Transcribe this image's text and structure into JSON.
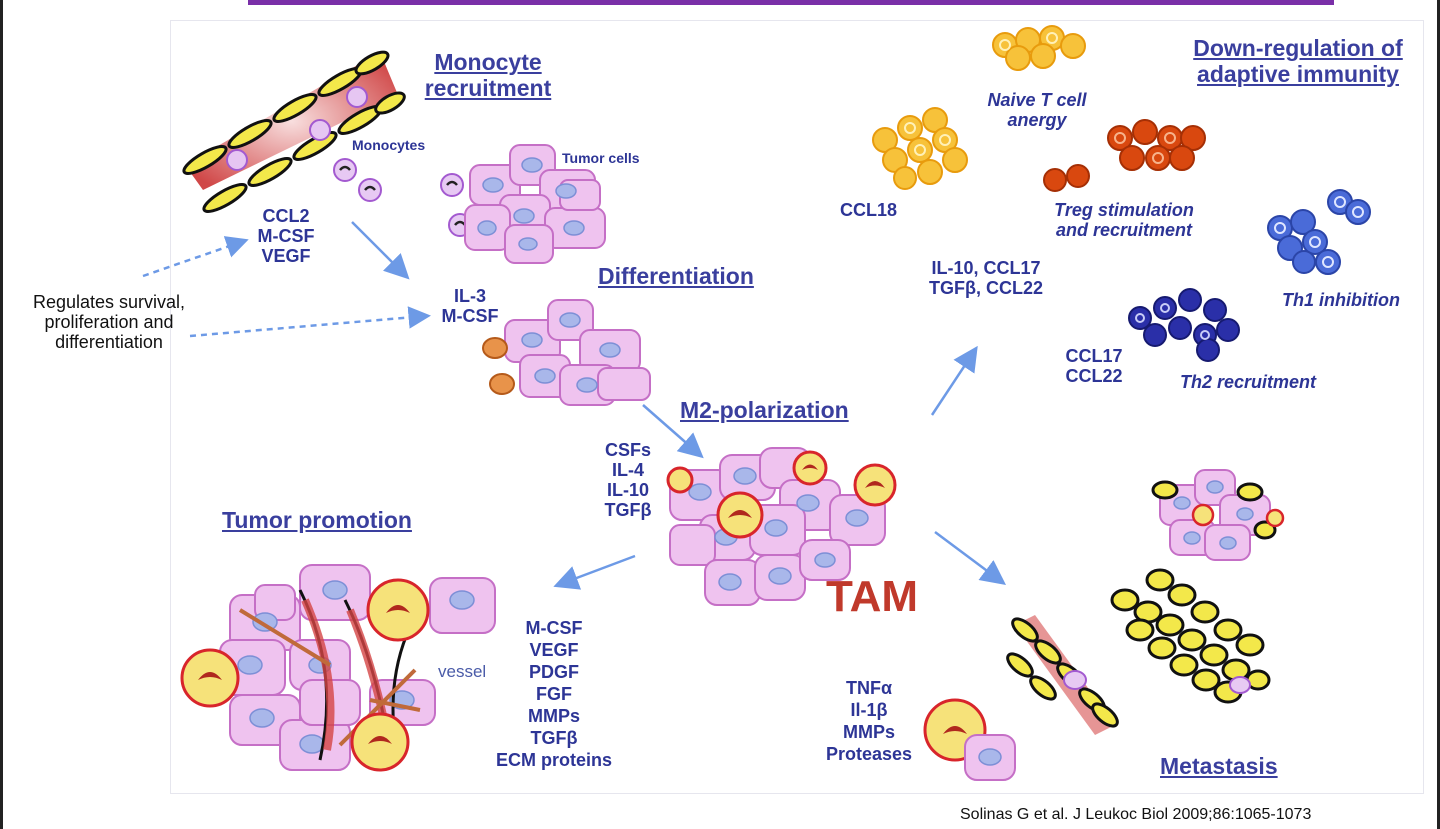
{
  "headings": {
    "monocyte_recruitment": [
      "Monocyte",
      "recruitment"
    ],
    "differentiation": "Differentiation",
    "m2_polarization": "M2-polarization",
    "tumor_promotion": "Tumor promotion",
    "down_regulation": [
      "Down-regulation of",
      "adaptive immunity"
    ],
    "metastasis": "Metastasis"
  },
  "labels": {
    "monocytes": "Monocytes",
    "tumor_cells": "Tumor cells",
    "tam": "TAM",
    "vessel": "vessel",
    "regulates": [
      "Regulates survival,",
      "proliferation and",
      "differentiation"
    ]
  },
  "molecules": {
    "recruitment": [
      "CCL2",
      "M-CSF",
      "VEGF"
    ],
    "differentiation": [
      "IL-3",
      "M-CSF"
    ],
    "polarization": [
      "CSFs",
      "IL-4",
      "IL-10",
      "TGFβ"
    ],
    "tumor_promotion": [
      "M-CSF",
      "VEGF",
      "PDGF",
      "FGF",
      "MMPs",
      "TGFβ",
      "ECM proteins"
    ],
    "metastasis": [
      "TNFα",
      "Il-1β",
      "MMPs",
      "Proteases"
    ],
    "immunity": [
      "IL-10, CCL17",
      "TGFβ, CCL22"
    ],
    "naive": "CCL18",
    "th2": [
      "CCL17",
      "CCL22"
    ]
  },
  "effects": {
    "naive_t_cell": [
      "Naive T cell",
      "anergy"
    ],
    "treg": [
      "Treg stimulation",
      "and recruitment"
    ],
    "th1": "Th1 inhibition",
    "th2": "Th2 recruitment"
  },
  "citation": "Solinas G et al. J Leukoc Biol 2009;86:1065-1073",
  "colors": {
    "heading": "#3a3f9e",
    "molecule": "#2d3596",
    "tam": "#c0392b",
    "tumor_cell_fill": "#efc3ef",
    "tumor_cell_stroke": "#c56fc6",
    "nucleus": "#a9b7ea",
    "tam_ring": "#d8252b",
    "tam_halo": "#f6e27a",
    "naive_t": "#f7c23a",
    "treg": "#d9480f",
    "th1": "#4a6bd8",
    "th2": "#2a2fa8",
    "arrow": "#6d9ae6",
    "top_bar": "#7a2fa8"
  }
}
